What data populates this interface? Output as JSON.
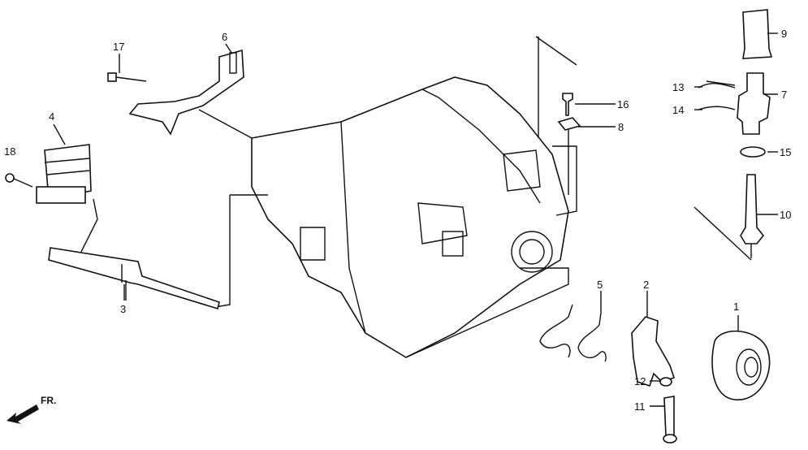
{
  "diagram": {
    "type": "exploded-parts-diagram",
    "direction_label": "FR.",
    "callouts": {
      "c1": "1",
      "c2": "2",
      "c3": "3",
      "c4": "4",
      "c5": "5",
      "c6": "6",
      "c7": "7",
      "c8": "8",
      "c9": "9",
      "c10": "10",
      "c11": "11",
      "c12": "12",
      "c13": "13",
      "c14": "14",
      "c15": "15",
      "c16": "16",
      "c17": "17",
      "c18": "18"
    }
  }
}
